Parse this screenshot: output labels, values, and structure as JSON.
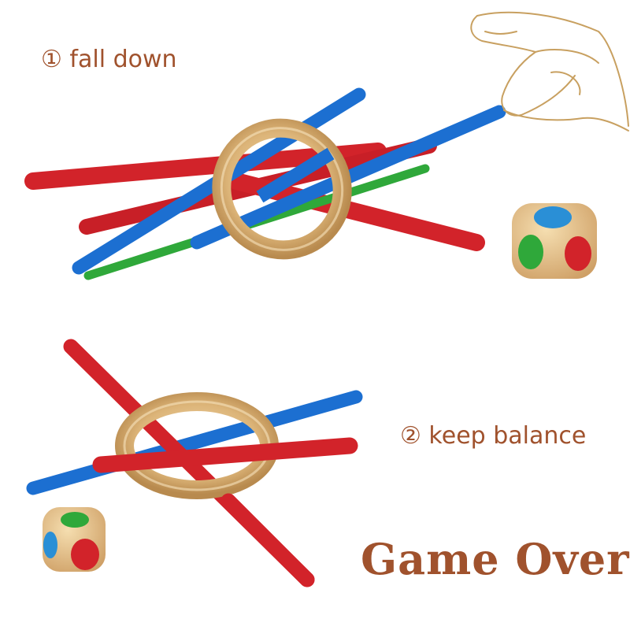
{
  "captions": {
    "step1": "① fall down",
    "step2": "② keep balance",
    "game_over": "Game Over"
  },
  "colors": {
    "caption": "#a0522d",
    "stick_red": "#d2232a",
    "stick_blue": "#1c6fd1",
    "stick_green": "#2fa83a",
    "ring_wood": "#d9b173",
    "dice_wood": "#e2c08a",
    "hand_outline": "#c8a060"
  }
}
